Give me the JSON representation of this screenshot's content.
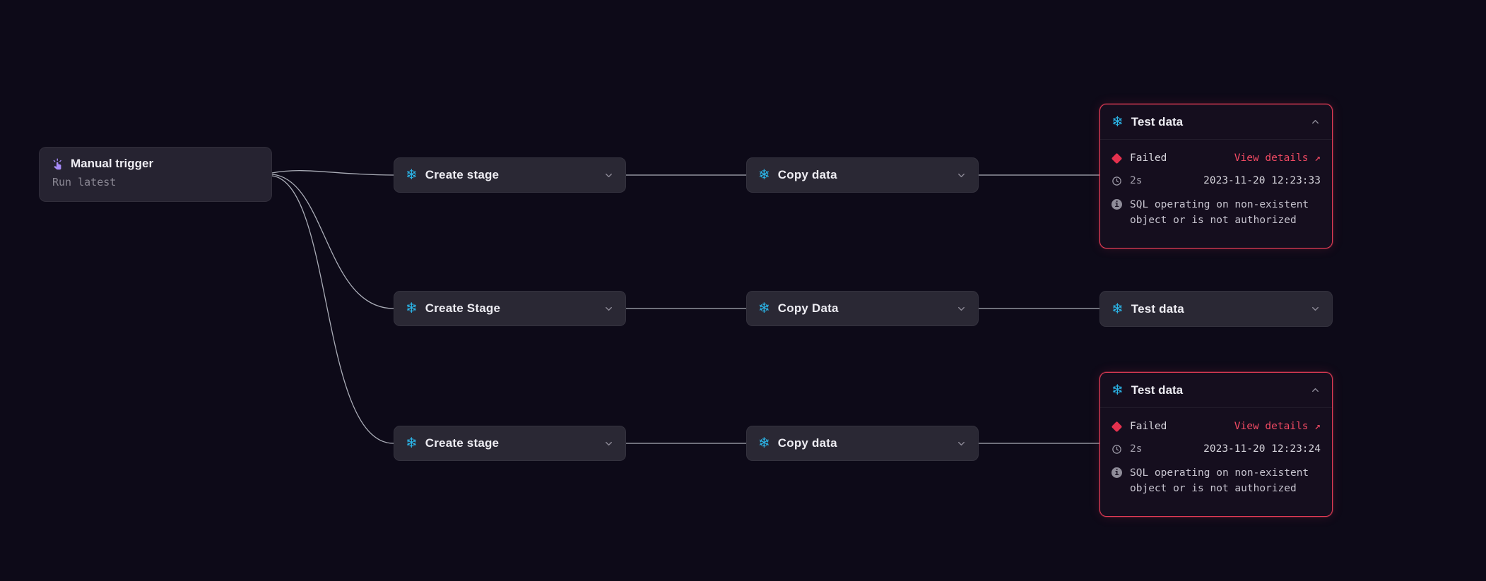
{
  "trigger": {
    "title": "Manual trigger",
    "subtitle": "Run latest"
  },
  "rows": [
    {
      "create": {
        "label": "Create stage"
      },
      "copy": {
        "label": "Copy data"
      },
      "test": {
        "label": "Test data",
        "expanded": true,
        "status": "Failed",
        "action": "View details ↗",
        "duration": "2s",
        "timestamp": "2023-11-20 12:23:33",
        "error": "SQL operating on non-existent object or is not authorized"
      }
    },
    {
      "create": {
        "label": "Create Stage"
      },
      "copy": {
        "label": "Copy Data"
      },
      "test": {
        "label": "Test data",
        "expanded": false
      }
    },
    {
      "create": {
        "label": "Create stage"
      },
      "copy": {
        "label": "Copy data"
      },
      "test": {
        "label": "Test data",
        "expanded": true,
        "status": "Failed",
        "action": "View details ↗",
        "duration": "2s",
        "timestamp": "2023-11-20 12:23:24",
        "error": "SQL operating on non-existent object or is not authorized"
      }
    }
  ],
  "icons": {
    "trigger": "hand-pointer-icon",
    "stage": "snowflake-icon",
    "collapse": "chevron-up-icon",
    "expand": "chevron-down-icon",
    "failed": "failed-diamond-icon",
    "duration": "clock-icon",
    "error": "info-icon"
  },
  "colors": {
    "background": "#0d0a18",
    "node": "#2a2834",
    "snowflake_cyan": "#2bb5e8",
    "error_red": "#e23b55",
    "trigger_purple": "#a78bfa",
    "edge": "#c7cad4"
  }
}
